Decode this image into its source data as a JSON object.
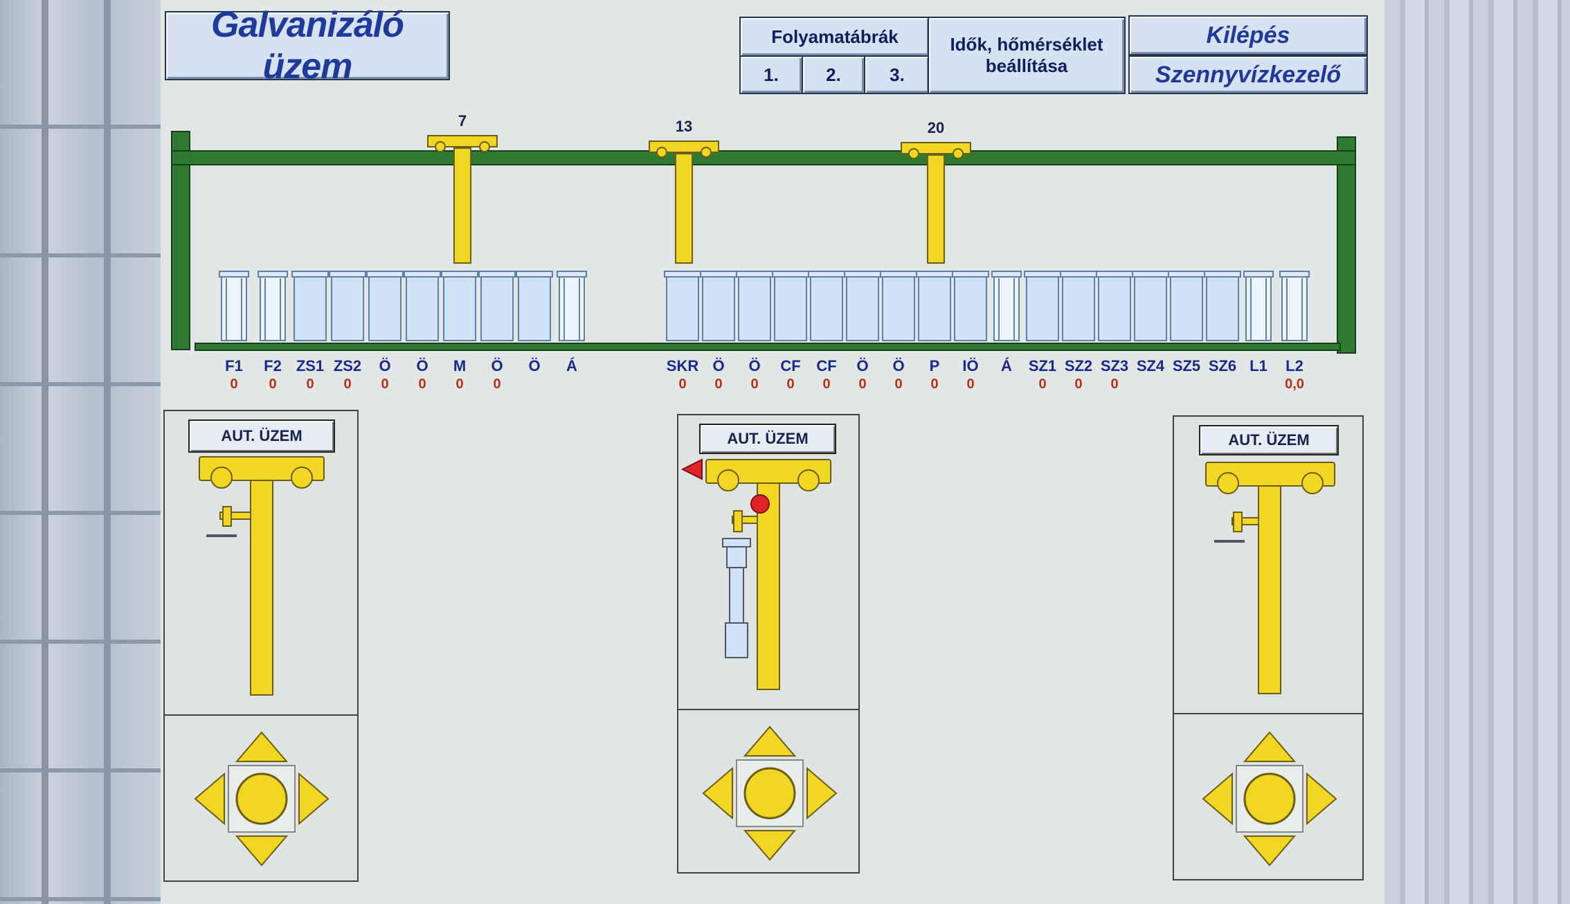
{
  "title": "Galvanizáló üzem",
  "nav": {
    "flow_label": "Folyamatábrák",
    "flow_buttons": [
      "1.",
      "2.",
      "3."
    ],
    "settings_label_line1": "Idők, hőmérséklet",
    "settings_label_line2": "beállítása",
    "exit_label": "Kilépés",
    "wastewater_label": "Szennyvízkezelő"
  },
  "cranes": [
    {
      "id": "crane-1",
      "position_label": "7"
    },
    {
      "id": "crane-2",
      "position_label": "13"
    },
    {
      "id": "crane-3",
      "position_label": "20"
    }
  ],
  "tanks_left": [
    {
      "label": "F1",
      "value": "0"
    },
    {
      "label": "F2",
      "value": "0"
    },
    {
      "label": "ZS1",
      "value": "0"
    },
    {
      "label": "ZS2",
      "value": "0"
    },
    {
      "label": "Ö",
      "value": "0"
    },
    {
      "label": "Ö",
      "value": "0"
    },
    {
      "label": "M",
      "value": "0"
    },
    {
      "label": "Ö",
      "value": "0"
    },
    {
      "label": "Ö",
      "value": ""
    },
    {
      "label": "Á",
      "value": ""
    }
  ],
  "tanks_right": [
    {
      "label": "SKR",
      "value": "0"
    },
    {
      "label": "Ö",
      "value": "0"
    },
    {
      "label": "Ö",
      "value": "0"
    },
    {
      "label": "CF",
      "value": "0"
    },
    {
      "label": "CF",
      "value": "0"
    },
    {
      "label": "Ö",
      "value": "0"
    },
    {
      "label": "Ö",
      "value": "0"
    },
    {
      "label": "P",
      "value": "0"
    },
    {
      "label": "IÖ",
      "value": "0"
    },
    {
      "label": "Á",
      "value": ""
    },
    {
      "label": "SZ1",
      "value": "0"
    },
    {
      "label": "SZ2",
      "value": "0"
    },
    {
      "label": "SZ3",
      "value": "0"
    },
    {
      "label": "SZ4",
      "value": ""
    },
    {
      "label": "SZ5",
      "value": ""
    },
    {
      "label": "SZ6",
      "value": ""
    },
    {
      "label": "L1",
      "value": ""
    },
    {
      "label": "L2",
      "value": "0,0"
    }
  ],
  "control_panels": [
    {
      "mode_label": "AUT. ÜZEM",
      "has_load": false
    },
    {
      "mode_label": "AUT. ÜZEM",
      "has_load": true
    },
    {
      "mode_label": "AUT. ÜZEM",
      "has_load": false
    }
  ],
  "colors": {
    "rail_green": "#2f7a32",
    "crane_yellow": "#f2d624",
    "tank_blue": "#cfe2f7",
    "value_red": "#b3321c",
    "indicator_red": "#e02424"
  }
}
